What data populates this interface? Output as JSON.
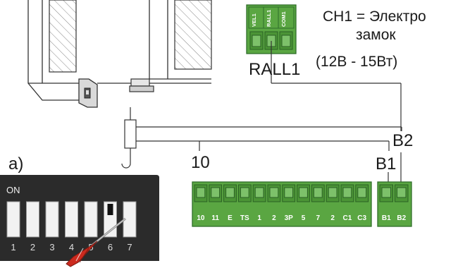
{
  "colors": {
    "terminal_green": "#5aa642",
    "terminal_dark": "#2f6e2a",
    "screwdriver_red": "#cc2a1e",
    "dip_panel": "#2b2b2b"
  },
  "lock_note": {
    "line1": "CH1 = Электро",
    "line2": "замок",
    "line3": "(12В - 15Вт)"
  },
  "relay": {
    "pins": [
      "VEL1",
      "RALL1",
      "COM1"
    ],
    "label": "RALL1"
  },
  "terminal_block": {
    "wire_label": "10",
    "pins": [
      "10",
      "11",
      "E",
      "TS",
      "1",
      "2",
      "3P",
      "5",
      "7",
      "2",
      "C1",
      "C3"
    ]
  },
  "b_block": {
    "label_b1": "B1",
    "label_b2": "B2",
    "pins": [
      "B1",
      "B2"
    ]
  },
  "dip": {
    "section_label": "a)",
    "on_label": "ON",
    "numbers": [
      "1",
      "2",
      "3",
      "4",
      "5",
      "6",
      "7"
    ],
    "active_switch": "6"
  }
}
